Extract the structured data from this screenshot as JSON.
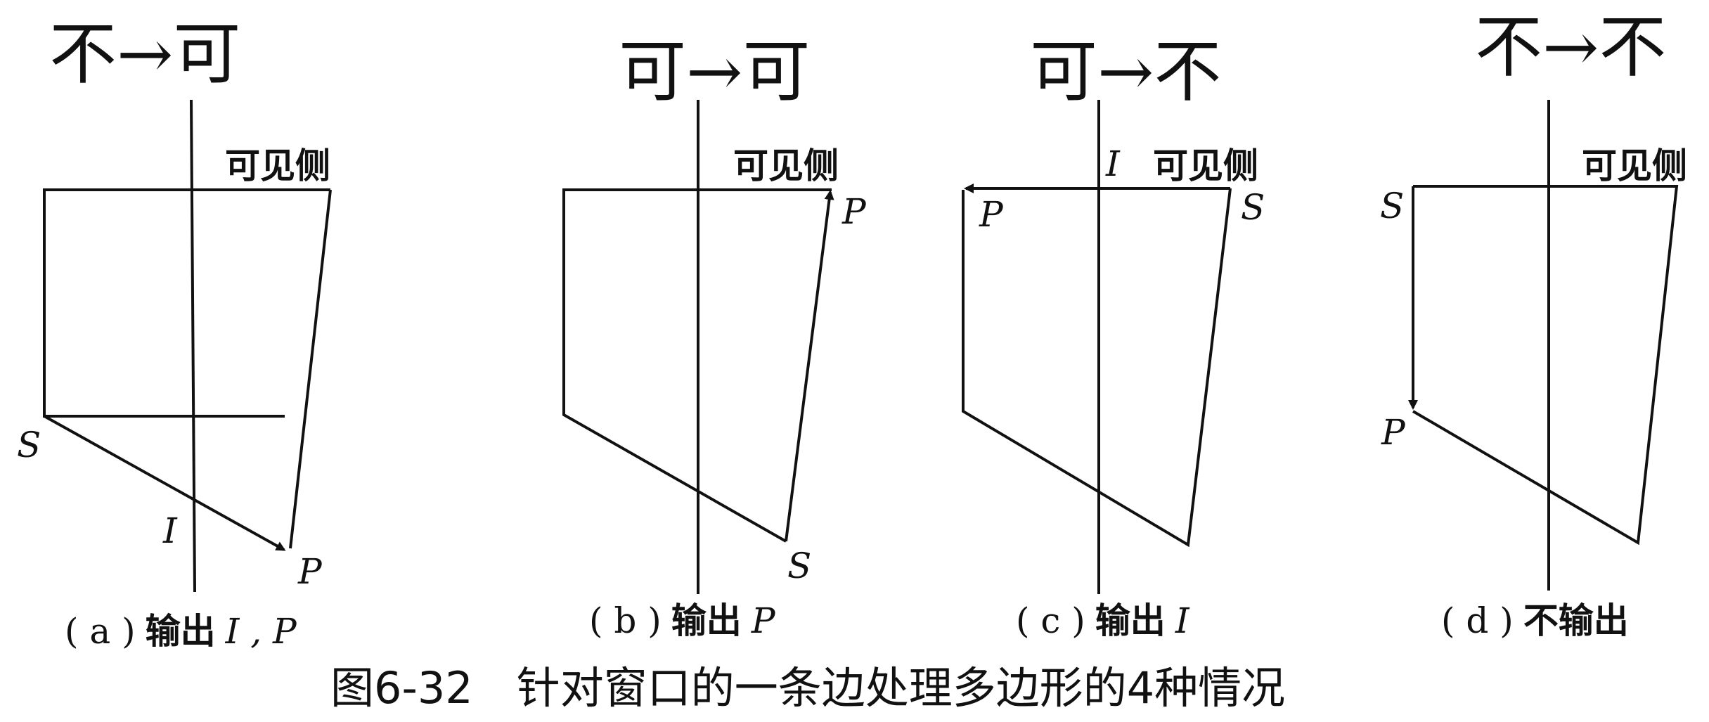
{
  "figure_title": "图6-32　针对窗口的一条边处理多边形的4种情况",
  "visible_side_label": "可见侧",
  "panels": [
    {
      "id": "a",
      "handwritten": "不→可",
      "caption_paren": "( a )",
      "caption_text": "输出",
      "caption_vars": "I , P",
      "point_labels": [
        "S",
        "I",
        "P"
      ]
    },
    {
      "id": "b",
      "handwritten": "可→可",
      "caption_paren": "( b )",
      "caption_text": "输出",
      "caption_vars": "P",
      "point_labels": [
        "P",
        "S"
      ]
    },
    {
      "id": "c",
      "handwritten": "可→不",
      "caption_paren": "( c )",
      "caption_text": "输出",
      "caption_vars": "I",
      "point_labels": [
        "I",
        "P",
        "S"
      ]
    },
    {
      "id": "d",
      "handwritten": "不→不",
      "caption_paren": "( d )",
      "caption_text": "不输出",
      "caption_vars": "",
      "point_labels": [
        "S",
        "P"
      ]
    }
  ]
}
